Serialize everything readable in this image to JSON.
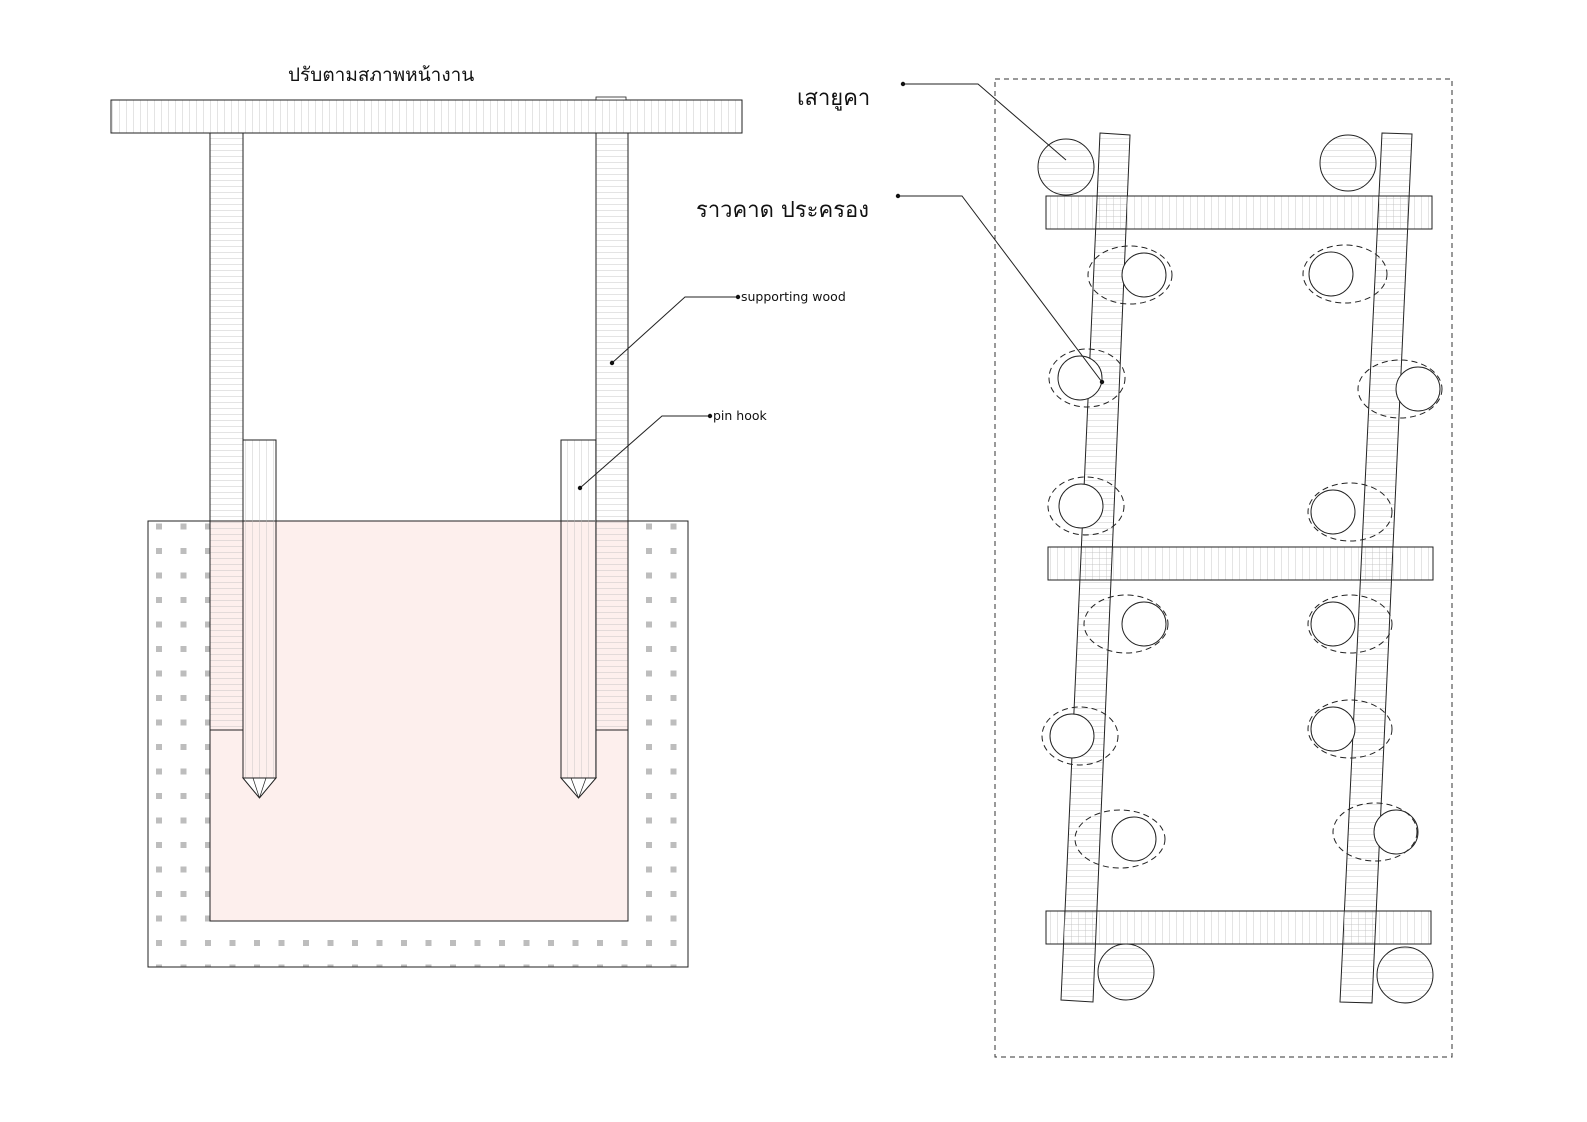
{
  "labels": {
    "top_note": "ปรับตามสภาพหน้างาน",
    "post": "เสายูคา",
    "brace": "ราวคาด ประครอง",
    "supporting_wood": "supporting wood",
    "pin_hook": "pin hook"
  },
  "colors": {
    "line": "#222222",
    "wood_hatch": "#bcbcbc",
    "soil_fill": "#fdefed",
    "soil_edge": "#f3cfc9",
    "gravel_dot": "#bdbdbd"
  }
}
